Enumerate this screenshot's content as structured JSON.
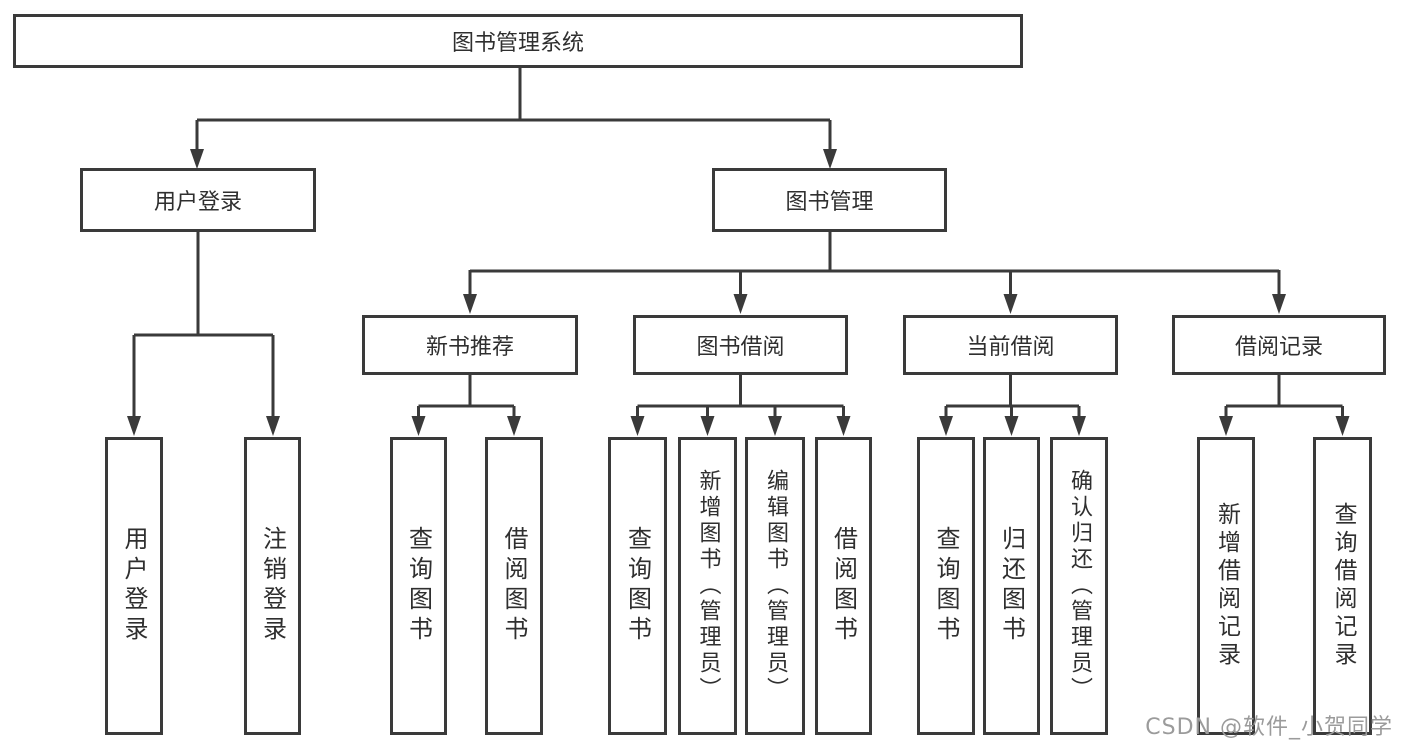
{
  "tree": {
    "label": "图书管理系统",
    "children": [
      {
        "label": "用户登录",
        "children": [
          {
            "label": "用户登录"
          },
          {
            "label": "注销登录"
          }
        ]
      },
      {
        "label": "图书管理",
        "children": [
          {
            "label": "新书推荐",
            "children": [
              {
                "label": "查询图书"
              },
              {
                "label": "借阅图书"
              }
            ]
          },
          {
            "label": "图书借阅",
            "children": [
              {
                "label": "查询图书"
              },
              {
                "label": "新增图书（管理员）"
              },
              {
                "label": "编辑图书（管理员）"
              },
              {
                "label": "借阅图书"
              }
            ]
          },
          {
            "label": "当前借阅",
            "children": [
              {
                "label": "查询图书"
              },
              {
                "label": "归还图书"
              },
              {
                "label": "确认归还（管理员）"
              }
            ]
          },
          {
            "label": "借阅记录",
            "children": [
              {
                "label": "新增借阅记录"
              },
              {
                "label": "查询借阅记录"
              }
            ]
          }
        ]
      }
    ]
  },
  "watermark": {
    "text": "CSDN @软件_小贺同学"
  },
  "colors": {
    "line": "#3a3a3a",
    "border": "#3a3a3a",
    "text": "#2f2f2f",
    "background": "#ffffff",
    "watermark": "#9b9b9b"
  }
}
